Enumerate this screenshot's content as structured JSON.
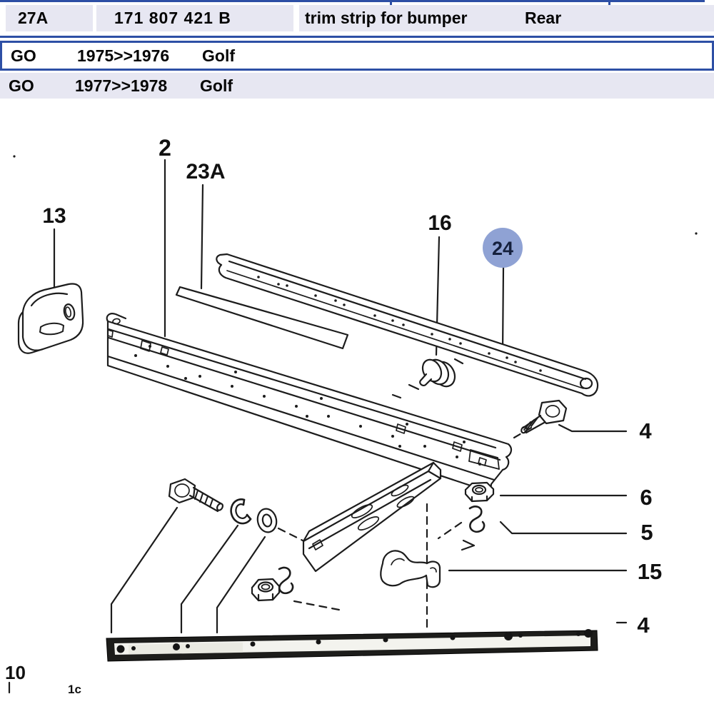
{
  "parts_table": {
    "row": {
      "item": "27A",
      "part_number": "171 807 421 B",
      "name": "trim strip for bumper",
      "note": "Rear"
    }
  },
  "models_table": {
    "rows": [
      {
        "code": "GO",
        "years": "1975>>1976",
        "model": "Golf",
        "selected": true
      },
      {
        "code": "GO",
        "years": "1977>>1978",
        "model": "Golf",
        "selected": false
      }
    ]
  },
  "diagram": {
    "highlighted_part": "24",
    "callouts": {
      "main_bar": "2",
      "trim_strip": "23A",
      "end_cap": "13",
      "grommet": "16",
      "highlighted": "24",
      "bolt_upper": "4",
      "nut": "6",
      "clip": "5",
      "hook": "15",
      "bolt_lower": "4",
      "strip_bottom": "10",
      "partial_label": "1c"
    }
  },
  "colors": {
    "highlight_circle": "#8fa2d4",
    "highlight_text": "#15203d",
    "table_line_blue": "#2d4fa5",
    "row_bg": "#e7e7f2",
    "ink": "#1c1c1c"
  }
}
